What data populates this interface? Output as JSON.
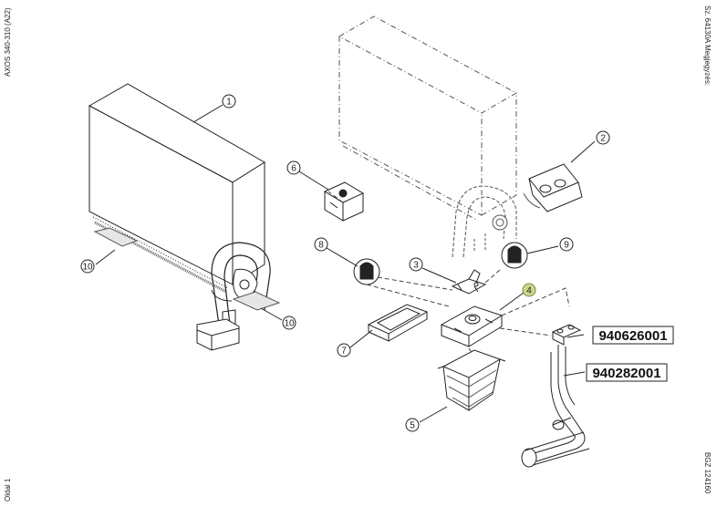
{
  "margins": {
    "left_top": "AXOS 340-310 (A22)",
    "left_bottom": "Oldal 1",
    "right_top": "Sz. 64130A   Megjegyzés:",
    "right_bottom": "BGZ 124160"
  },
  "callouts": [
    "1",
    "2",
    "3",
    "4",
    "5",
    "6",
    "7",
    "8",
    "9",
    "10",
    "10"
  ],
  "part_numbers": [
    "940626001",
    "940282001"
  ],
  "colors": {
    "line": "#222222",
    "highlight": "#c9d98a",
    "grey": "#9a9a9a"
  }
}
